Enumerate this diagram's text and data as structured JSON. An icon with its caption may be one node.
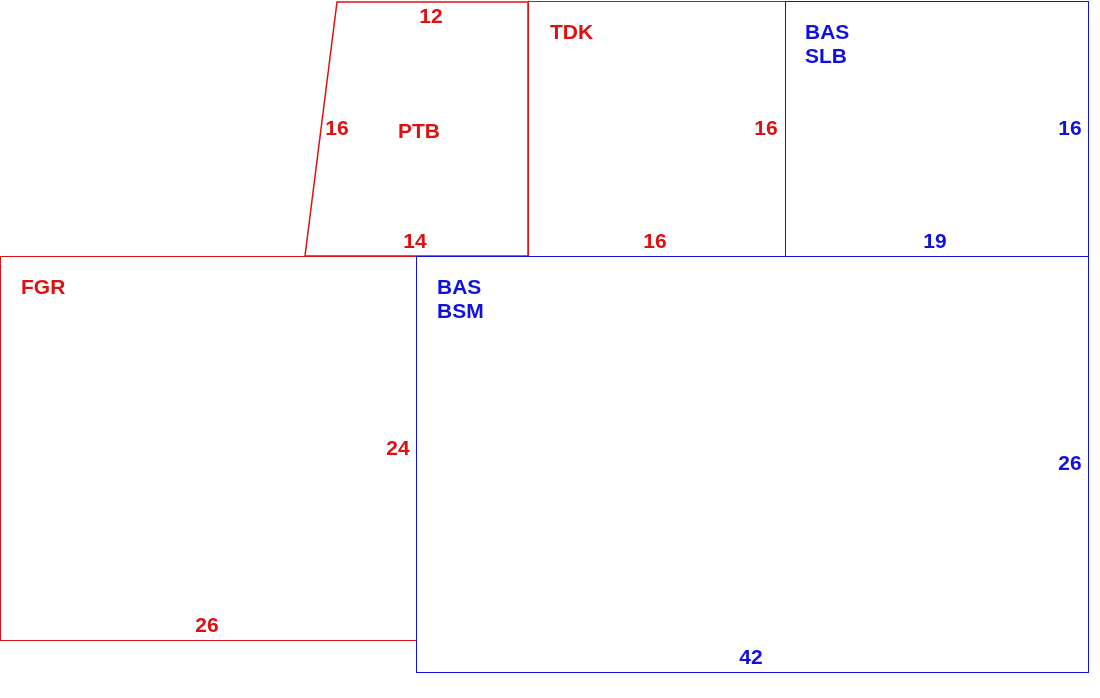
{
  "diagram": {
    "nodes": [
      {
        "text": [
          "PTB"
        ]
      },
      {
        "text": [
          "TDK"
        ]
      },
      {
        "text": [
          "BAS SLB"
        ]
      },
      {
        "text": [
          "FGR"
        ]
      },
      {
        "text": [
          "BAS BSM"
        ]
      }
    ],
    "labels": [
      "12",
      "16",
      "16",
      "16",
      "14",
      "16",
      "19",
      "24",
      "26",
      "26",
      "42"
    ]
  }
}
